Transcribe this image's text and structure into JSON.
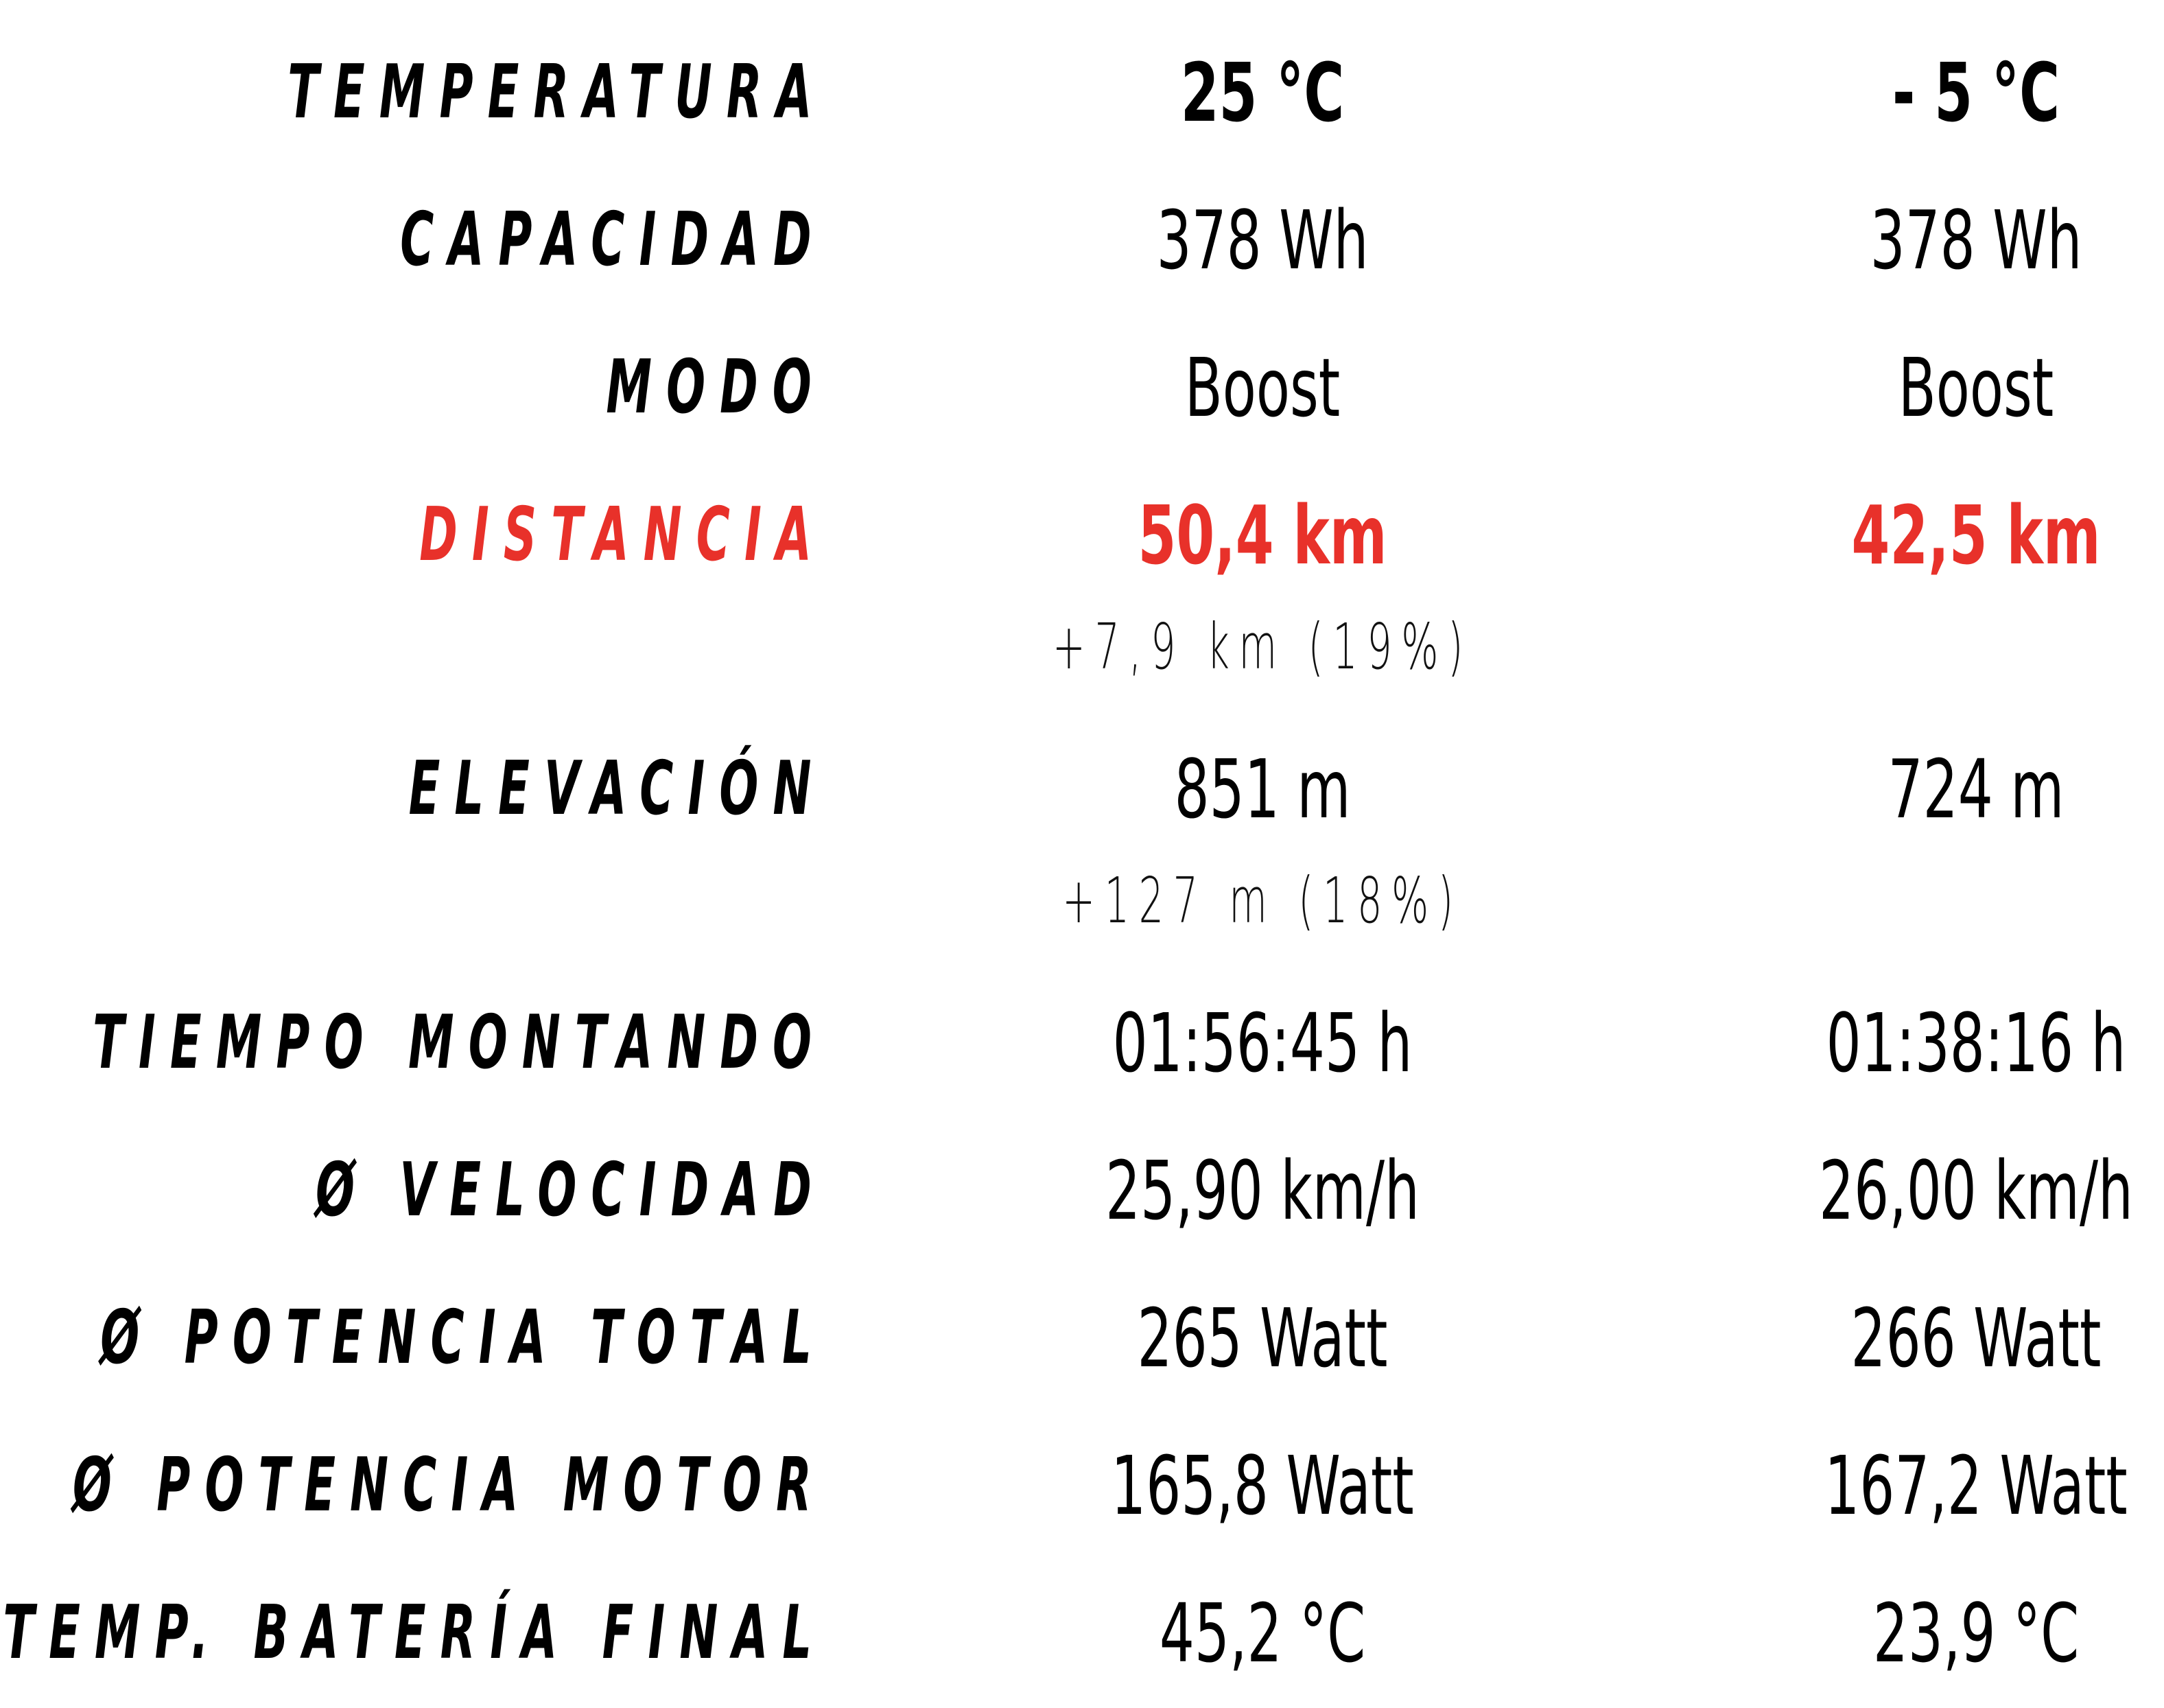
{
  "rows": [
    {
      "label": "TEMPERATURA",
      "a": "25 °C",
      "b": "- 5 °C"
    },
    {
      "label": "CAPACIDAD",
      "a": "378 Wh",
      "b": "378 Wh"
    },
    {
      "label": "MODO",
      "a": "Boost",
      "b": "Boost"
    },
    {
      "label": "DISTANCIA",
      "a": "50,4 km",
      "b": "42,5 km",
      "a_sub": "+7,9 km (19%)"
    },
    {
      "label": "ELEVACIÓN",
      "a": "851 m",
      "b": "724 m",
      "a_sub": "+127 m (18%)"
    },
    {
      "label": "TIEMPO MONTANDO",
      "a": "01:56:45 h",
      "b": "01:38:16 h"
    },
    {
      "label": "Ø VELOCIDAD",
      "a": "25,90 km/h",
      "b": "26,00 km/h"
    },
    {
      "label": "Ø POTENCIA TOTAL",
      "a": "265 Watt",
      "b": "266 Watt"
    },
    {
      "label": "Ø POTENCIA MOTOR",
      "a": "165,8 Watt",
      "b": "167,2 Watt"
    },
    {
      "label": "TEMP. BATERÍA FINAL",
      "a": "45,2 °C",
      "b": "23,9 °C"
    }
  ],
  "colors": {
    "accent": "#e8312a",
    "text": "#000000",
    "background": "#ffffff"
  }
}
